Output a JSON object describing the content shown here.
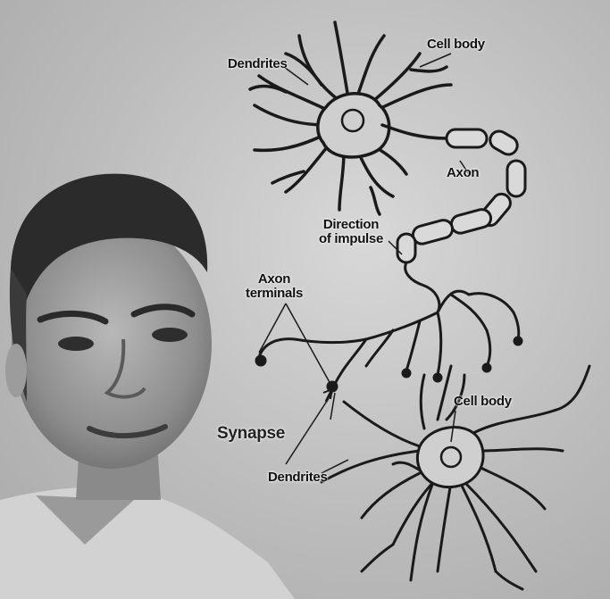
{
  "labels": {
    "dendrites_top": "Dendrites",
    "cell_body_top": "Cell body",
    "axon": "Axon",
    "direction_line1": "Direction",
    "direction_line2": "of impulse",
    "axon_terminals_line1": "Axon",
    "axon_terminals_line2": "terminals",
    "cell_body_bottom": "Cell body",
    "synapse": "Synapse",
    "dendrites_bottom": "Dendrites"
  },
  "colors": {
    "background": "#bcbcbc",
    "ink": "#1a1a1a",
    "neuron_fill": "#cfcfcf"
  }
}
